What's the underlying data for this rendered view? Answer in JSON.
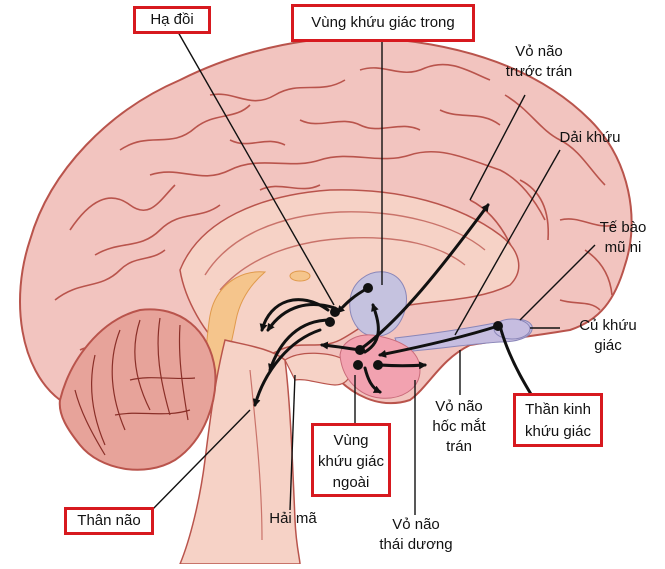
{
  "colors": {
    "cortex": "#f2c4bf",
    "cortex_outline": "#b9544c",
    "inner_tissue": "#f6d2c6",
    "amygdala": "#f2a2b0",
    "septal": "#c5c2df",
    "olfactory_bulb": "#c6bde0",
    "cerebellum": "#e7a39a",
    "fornix": "#f5c58c",
    "label_box": "#d7191f"
  },
  "labels": {
    "hypothalamus": "Hạ đồi",
    "medial_olfactory": "Vùng khứu giác trong",
    "prefrontal": "Vỏ não\ntrước trán",
    "olfactory_tract": "Dải khứu",
    "mitral_cells": "Tế bào\nmũ ni",
    "olfactory_bulb": "Củ khứu\ngiác",
    "olfactory_nerve": "Thần kinh\nkhứu giác",
    "orbitofrontal": "Vỏ não\nhốc mắt\ntrán",
    "lateral_olfactory": "Vùng\nkhứu giác\nngoài",
    "temporal_cortex": "Vỏ não\nthái dương",
    "hippocampus": "Hải mã",
    "brainstem": "Thân não"
  }
}
